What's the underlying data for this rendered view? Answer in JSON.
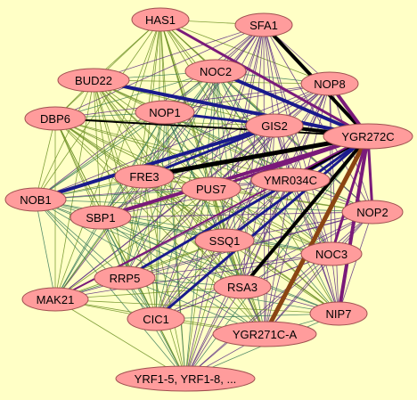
{
  "network": {
    "background_color": "#ffffc6",
    "node_fill": "#ff9c9c",
    "node_stroke": "#a05050",
    "edge_colors": {
      "thin_a": "#6b8e23",
      "thin_b": "#5a2a82",
      "thin_c": "#3a7a5a",
      "blue": "#1a1a8c",
      "purple": "#7a1a7a",
      "black": "#000000",
      "brown": "#8b4513"
    },
    "nodes": [
      {
        "id": "HAS1",
        "label": "HAS1"
      },
      {
        "id": "SFA1",
        "label": "SFA1"
      },
      {
        "id": "NOC2",
        "label": "NOC2"
      },
      {
        "id": "BUD22",
        "label": "BUD22"
      },
      {
        "id": "NOP8",
        "label": "NOP8"
      },
      {
        "id": "NOP1",
        "label": "NOP1"
      },
      {
        "id": "DBP6",
        "label": "DBP6"
      },
      {
        "id": "GIS2",
        "label": "GIS2"
      },
      {
        "id": "YGR272C",
        "label": "YGR272C"
      },
      {
        "id": "FRE3",
        "label": "FRE3"
      },
      {
        "id": "YMR034C",
        "label": "YMR034C"
      },
      {
        "id": "NOB1",
        "label": "NOB1"
      },
      {
        "id": "PUS7",
        "label": "PUS7"
      },
      {
        "id": "NOP2",
        "label": "NOP2"
      },
      {
        "id": "SBP1",
        "label": "SBP1"
      },
      {
        "id": "SSQ1",
        "label": "SSQ1"
      },
      {
        "id": "NOC3",
        "label": "NOC3"
      },
      {
        "id": "RRP5",
        "label": "RRP5"
      },
      {
        "id": "MAK21",
        "label": "MAK21"
      },
      {
        "id": "RSA3",
        "label": "RSA3"
      },
      {
        "id": "NIP7",
        "label": "NIP7"
      },
      {
        "id": "CIC1",
        "label": "CIC1"
      },
      {
        "id": "YGR271C-A",
        "label": "YGR271C-A"
      },
      {
        "id": "YRF1",
        "label": "YRF1-5, YRF1-8, ..."
      }
    ],
    "thick_edges": [
      {
        "from": "HAS1",
        "to": "YGR272C",
        "color": "purple",
        "weight": 3
      },
      {
        "from": "SFA1",
        "to": "YGR272C",
        "color": "black",
        "weight": 4
      },
      {
        "from": "NOC2",
        "to": "YGR272C",
        "color": "blue",
        "weight": 4
      },
      {
        "from": "BUD22",
        "to": "YGR272C",
        "color": "blue",
        "weight": 4
      },
      {
        "from": "NOP8",
        "to": "YGR272C",
        "color": "purple",
        "weight": 4
      },
      {
        "from": "NOP1",
        "to": "YGR272C",
        "color": "blue",
        "weight": 3
      },
      {
        "from": "GIS2",
        "to": "YGR272C",
        "color": "black",
        "weight": 4
      },
      {
        "from": "FRE3",
        "to": "YGR272C",
        "color": "black",
        "weight": 5
      },
      {
        "from": "FRE3",
        "to": "GIS2",
        "color": "blue",
        "weight": 3
      },
      {
        "from": "NOB1",
        "to": "GIS2",
        "color": "blue",
        "weight": 4
      },
      {
        "from": "SBP1",
        "to": "YGR272C",
        "color": "purple",
        "weight": 4
      },
      {
        "from": "PUS7",
        "to": "YGR272C",
        "color": "purple",
        "weight": 3
      },
      {
        "from": "SSQ1",
        "to": "YGR272C",
        "color": "blue",
        "weight": 3
      },
      {
        "from": "RSA3",
        "to": "YGR272C",
        "color": "black",
        "weight": 4
      },
      {
        "from": "CIC1",
        "to": "YGR272C",
        "color": "blue",
        "weight": 3
      },
      {
        "from": "YGR271C-A",
        "to": "YGR272C",
        "color": "brown",
        "weight": 5
      },
      {
        "from": "NIP7",
        "to": "YGR272C",
        "color": "purple",
        "weight": 4
      },
      {
        "from": "NOC3",
        "to": "YGR272C",
        "color": "purple",
        "weight": 3
      },
      {
        "from": "NOP2",
        "to": "YGR272C",
        "color": "purple",
        "weight": 3
      },
      {
        "from": "RRP5",
        "to": "YGR272C",
        "color": "blue",
        "weight": 3
      },
      {
        "from": "YMR034C",
        "to": "YGR272C",
        "color": "black",
        "weight": 3
      },
      {
        "from": "MAK21",
        "to": "YGR272C",
        "color": "purple",
        "weight": 2
      },
      {
        "from": "DBP6",
        "to": "YGR272C",
        "color": "black",
        "weight": 2
      }
    ]
  }
}
